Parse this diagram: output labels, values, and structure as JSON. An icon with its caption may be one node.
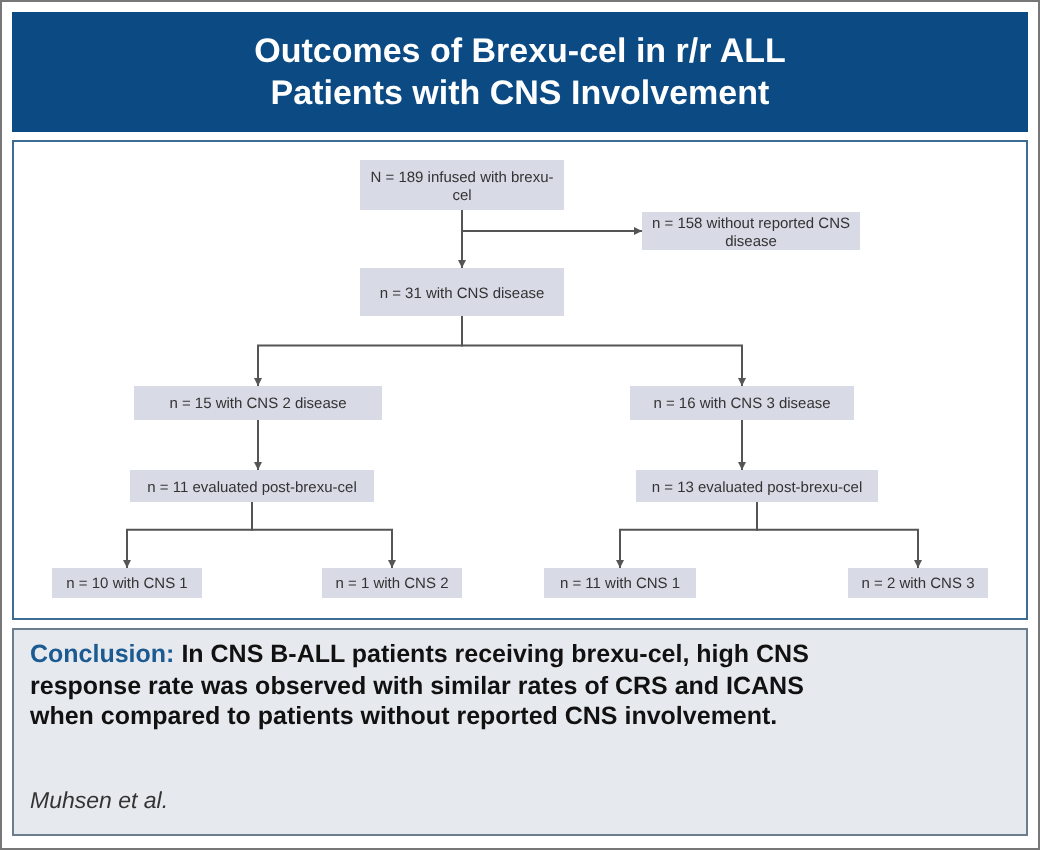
{
  "diagram": {
    "title": "Outcomes of Brexu-cel in r/r ALL Patients with CNS Involvement",
    "nodes": [
      {
        "text": [
          "N = 189 infused with brexu-cel"
        ]
      },
      {
        "text": [
          "n = 158 without reported CNS disease"
        ]
      },
      {
        "text": [
          "n = 31 with CNS disease"
        ]
      },
      {
        "text": [
          "n = 15 with CNS 2 disease"
        ]
      },
      {
        "text": [
          "n = 16 with CNS 3 disease"
        ]
      },
      {
        "text": [
          "n = 11 evaluated post-brexu-cel"
        ]
      },
      {
        "text": [
          "n = 13 evaluated post-brexu-cel"
        ]
      },
      {
        "text": [
          "n = 10 with CNS 1"
        ]
      },
      {
        "text": [
          "n = 1 with CNS 2"
        ]
      },
      {
        "text": [
          "n = 11 with CNS 1"
        ]
      },
      {
        "text": [
          "n = 2 with CNS 3"
        ]
      }
    ],
    "edges": [
      {
        "from": 0,
        "to": 2,
        "arrow": "to"
      },
      {
        "from": 0,
        "to": 1,
        "arrow": "to"
      },
      {
        "from": 2,
        "to": 3,
        "arrow": "to"
      },
      {
        "from": 2,
        "to": 4,
        "arrow": "to"
      },
      {
        "from": 3,
        "to": 5,
        "arrow": "to"
      },
      {
        "from": 4,
        "to": 6,
        "arrow": "to"
      },
      {
        "from": 5,
        "to": 7,
        "arrow": "to"
      },
      {
        "from": 5,
        "to": 8,
        "arrow": "to"
      },
      {
        "from": 6,
        "to": 9,
        "arrow": "to"
      },
      {
        "from": 6,
        "to": 10,
        "arrow": "to"
      }
    ],
    "labels": [
      "Conclusion:",
      "In CNS B-ALL patients receiving brexu-cel, high CNS response rate was observed with similar rates of CRS and ICANS when compared to patients without reported CNS involvement.",
      "Muhsen et al."
    ]
  }
}
